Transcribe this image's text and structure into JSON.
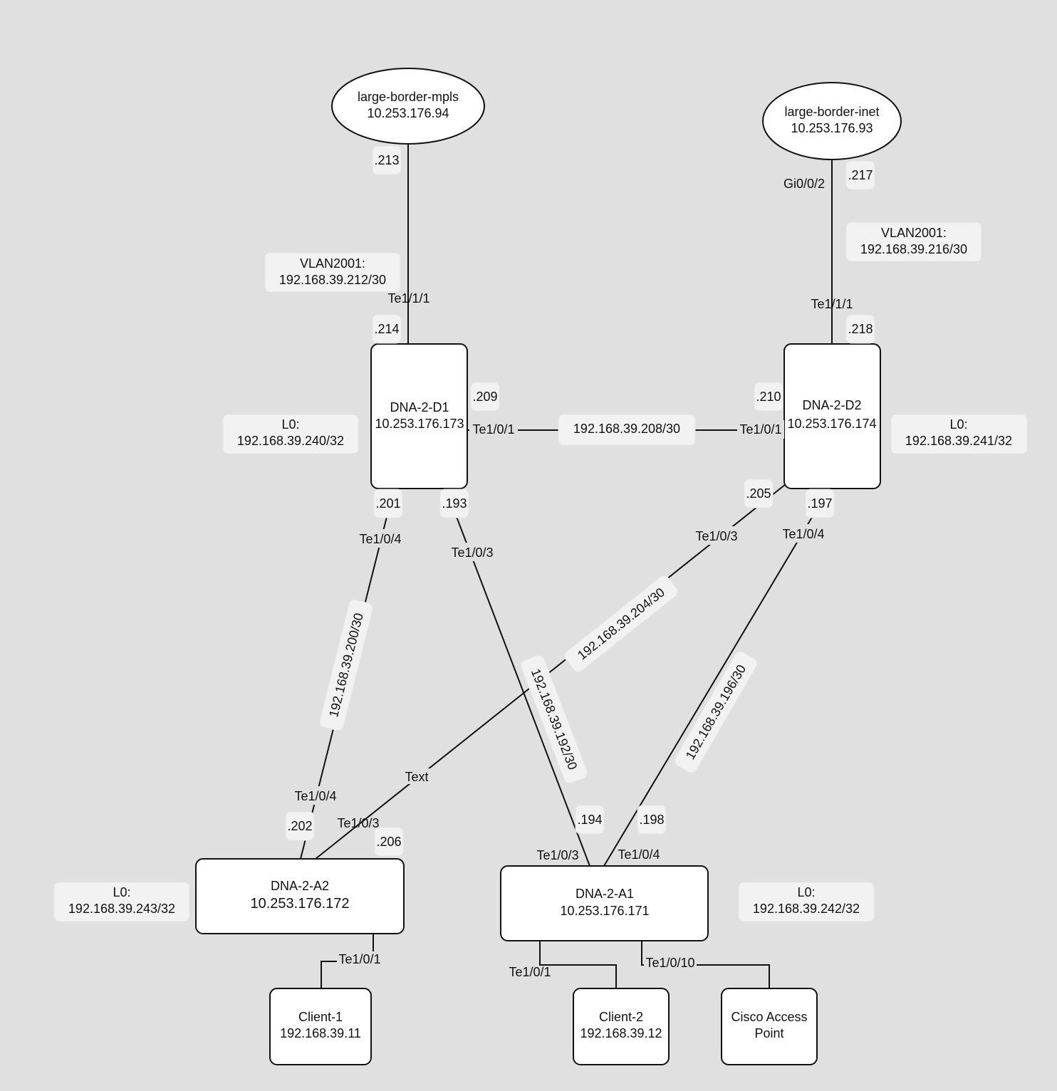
{
  "nodes": {
    "border_mpls": {
      "name": "large-border-mpls",
      "ip": "10.253.176.94"
    },
    "border_inet": {
      "name": "large-border-inet",
      "ip": "10.253.176.93"
    },
    "d1": {
      "name": "DNA-2-D1",
      "ip": "10.253.176.173"
    },
    "d2": {
      "name": "DNA-2-D2",
      "ip": "10.253.176.174"
    },
    "a2": {
      "name": "DNA-2-A2",
      "ip": "10.253.176.172"
    },
    "a1": {
      "name": "DNA-2-A1",
      "ip": "10.253.176.171"
    },
    "client1": {
      "name": "Client-1",
      "ip": "192.168.39.11"
    },
    "client2": {
      "name": "Client-2",
      "ip": "192.168.39.12"
    },
    "ap": {
      "line1": "Cisco Access",
      "line2": "Point"
    }
  },
  "loopbacks": {
    "d1": {
      "label": "L0:",
      "addr": "192.168.39.240/32"
    },
    "d2": {
      "label": "L0:",
      "addr": "192.168.39.241/32"
    },
    "a2": {
      "label": "L0:",
      "addr": "192.168.39.243/32"
    },
    "a1": {
      "label": "L0:",
      "addr": "192.168.39.242/32"
    }
  },
  "vlans": {
    "mpls": {
      "label": "VLAN2001:",
      "subnet": "192.168.39.212/30"
    },
    "inet": {
      "label": "VLAN2001:",
      "subnet": "192.168.39.216/30"
    }
  },
  "subnets": {
    "d1_d2": "192.168.39.208/30",
    "d1_a2": "192.168.39.200/30",
    "d1_a1": "192.168.39.192/30",
    "d2_a2": "192.168.39.204/30",
    "d2_a1": "192.168.39.196/30"
  },
  "host_ids": {
    "mpls_up": ".213",
    "d1_up": ".214",
    "inet_up": ".217",
    "d2_up": ".218",
    "d1_to_d2": ".209",
    "d2_to_d1": ".210",
    "d1_to_a2": ".201",
    "d1_to_a1": ".193",
    "d2_to_a2": ".205",
    "d2_to_a1": ".197",
    "a2_from_d1": ".202",
    "a2_from_d2": ".206",
    "a1_from_d1": ".194",
    "a1_from_d2": ".198"
  },
  "ports": {
    "d1_uplink": "Te1/1/1",
    "d2_uplink": "Te1/1/1",
    "inet_port": "Gi0/0/2",
    "d1_to_d2": "Te1/0/1",
    "d2_to_d1": "Te1/0/1",
    "d1_to_a2": "Te1/0/4",
    "d1_to_a1": "Te1/0/3",
    "d2_to_a2": "Te1/0/3",
    "d2_to_a1": "Te1/0/4",
    "a2_from_d1": "Te1/0/4",
    "a2_from_d2": "Te1/0/3",
    "a1_from_d1": "Te1/0/3",
    "a1_from_d2": "Te1/0/4",
    "a2_client1": "Te1/0/1",
    "a1_client2": "Te1/0/1",
    "a1_ap": "Te1/0/10"
  },
  "stray_text": "Text"
}
